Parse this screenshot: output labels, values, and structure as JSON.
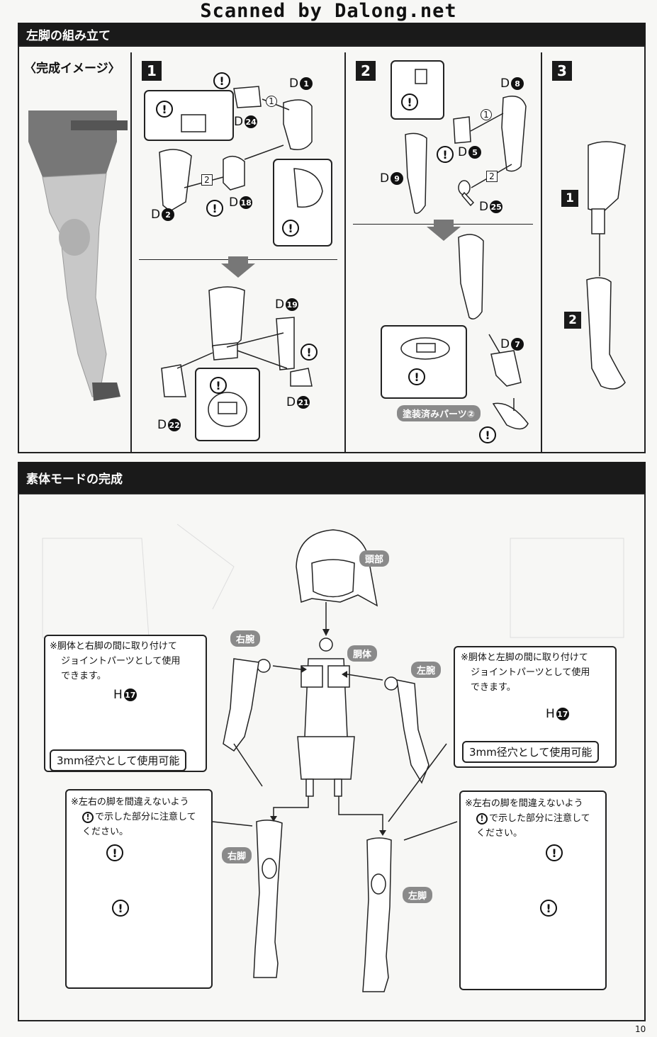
{
  "watermark": "Scanned by Dalong.net",
  "assembly": {
    "title": "左脚の組み立て",
    "complete_image_label": "〈完成イメージ〉",
    "steps": [
      "1",
      "2",
      "3"
    ],
    "step1_parts": {
      "d1": "D",
      "d1n": "1",
      "d24": "D",
      "d24n": "24",
      "d2": "D",
      "d2n": "2",
      "d18": "D",
      "d18n": "18",
      "d19": "D",
      "d19n": "19",
      "d21": "D",
      "d21n": "21",
      "d22": "D",
      "d22n": "22"
    },
    "step2_parts": {
      "d8": "D",
      "d8n": "8",
      "d5": "D",
      "d5n": "5",
      "d9": "D",
      "d9n": "9",
      "d25": "D",
      "d25n": "25",
      "d7": "D",
      "d7n": "7"
    },
    "painted_parts_label": "塗装済みパーツ②",
    "order_marks": [
      "1",
      "2"
    ],
    "step3_marks": [
      "1",
      "2"
    ]
  },
  "completion": {
    "title": "素体モードの完成",
    "labels": {
      "head": "頭部",
      "torso": "胴体",
      "right_arm": "右腕",
      "left_arm": "左腕",
      "right_leg": "右脚",
      "left_leg": "左脚"
    },
    "joint_note_left": [
      "※胴体と右脚の間に取り付けて",
      "ジョイントパーツとして使用",
      "できます。"
    ],
    "joint_note_right": [
      "※胴体と左脚の間に取り付けて",
      "ジョイントパーツとして使用",
      "できます。"
    ],
    "h17_prefix": "H",
    "h17_num": "17",
    "hole_note": "3mm径穴として使用可能",
    "leg_note": [
      "※左右の脚を間違えないよう",
      "で示した部分に注意して",
      "ください。"
    ]
  },
  "page_number": "10"
}
